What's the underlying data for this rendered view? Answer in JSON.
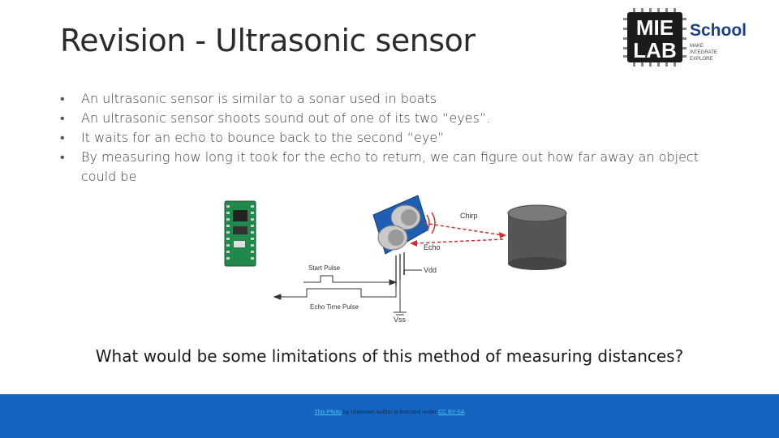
{
  "slide": {
    "title": "Revision - Ultrasonic sensor",
    "bullets": [
      "An ultrasonic sensor is similar to a sonar used in boats",
      "An ultrasonic sensor shoots sound out of one of its two “eyes”.",
      "It waits for an echo to bounce back to the second “eye”",
      "By measuring how long it took for the echo to return, we can figure out how far away an object could be"
    ],
    "question": "What would be some limitations of this method of measuring distances?"
  },
  "logo": {
    "mie": "MIE",
    "lab": "LAB",
    "school": "School",
    "tagline": [
      "MAKE",
      "INTEGRATE",
      "EXPLORE"
    ]
  },
  "diagram": {
    "labels": {
      "chirp": "Chirp",
      "echo": "Echo",
      "vdd": "Vdd",
      "vss": "Vss",
      "start_pulse": "Start Pulse",
      "echo_time_pulse": "Echo Time Pulse"
    }
  },
  "footer": {
    "credit_link": "This Photo",
    "credit_text": " by Unknown Author is licensed under ",
    "license_link": "CC BY-SA"
  },
  "colors": {
    "footer_blue": "#1565c0",
    "sensor_blue": "#1e5fb4",
    "board_green": "#1f8a4c",
    "echo_red": "#d32f2f"
  }
}
